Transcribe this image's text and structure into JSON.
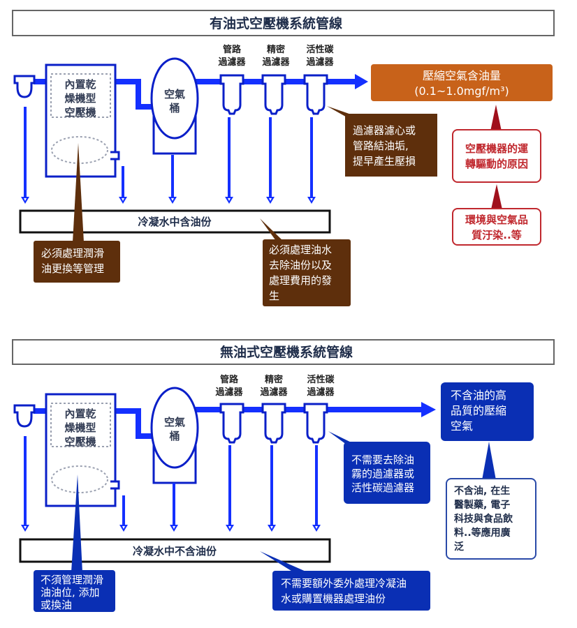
{
  "colors": {
    "pipe": "#1430ff",
    "outline": "#0a1fc8",
    "brown_callout": "#5e2f0c",
    "orange_box": "#c8621a",
    "dark_red": "#a0101c",
    "red_text": "#c0282e",
    "blue_callout": "#0a2fb4"
  },
  "oil": {
    "title": "有油式空壓機系統管線",
    "compressor": [
      "內置乾",
      "燥機型",
      "空壓機"
    ],
    "tank": [
      "空氣",
      "桶"
    ],
    "filters": [
      {
        "line1": "管路",
        "line2": "過濾器"
      },
      {
        "line1": "精密",
        "line2": "過濾器"
      },
      {
        "line1": "活性碳",
        "line2": "過濾器"
      }
    ],
    "condensate": "冷凝水中含油份",
    "output_box": [
      "壓縮空氣含油量",
      "(0.1~1.0mgf/m³)"
    ],
    "callout_filter": [
      "過濾器濾心或",
      "管路結油垢,",
      "提早產生壓損"
    ],
    "callout_reason": [
      "空壓機器的運",
      "轉驅動的原因"
    ],
    "callout_env": [
      "環境與空氣品",
      "質汙染..等"
    ],
    "callout_lube": [
      "必須處理潤滑",
      "油更換等管理"
    ],
    "callout_water": [
      "必須處理油水",
      "去除油份以及",
      "處理費用的發",
      "生"
    ]
  },
  "oilfree": {
    "title": "無油式空壓機系統管線",
    "compressor": [
      "內置乾",
      "燥機型",
      "空壓機"
    ],
    "tank": [
      "空氣",
      "桶"
    ],
    "filters": [
      {
        "line1": "管路",
        "line2": "過濾器"
      },
      {
        "line1": "精密",
        "line2": "過濾器"
      },
      {
        "line1": "活性碳",
        "line2": "過濾器"
      }
    ],
    "condensate": "冷凝水中不含油份",
    "output_box": [
      "不含油的高",
      "品質的壓縮",
      "空氣"
    ],
    "callout_filter": [
      "不需要去除油",
      "霧的過濾器或",
      "活性碳過濾器"
    ],
    "callout_apps": [
      "不含油, 在生",
      "醫製藥, 電子",
      "科技與食品飲",
      "料..等應用廣",
      "泛"
    ],
    "callout_lube": [
      "不須管理潤滑",
      "油油位, 添加",
      "或換油"
    ],
    "callout_water": [
      "不需要額外委外處理冷凝油",
      "水或購置機器處理油份"
    ]
  }
}
